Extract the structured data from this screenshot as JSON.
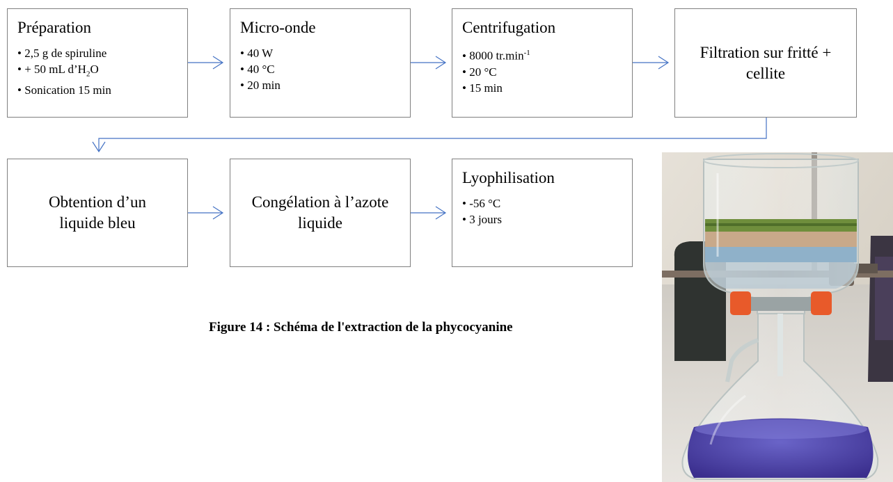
{
  "steps": {
    "preparation": {
      "title": "Préparation",
      "item1": "2,5 g de spiruline",
      "item2_pre": "+ 50 mL d’H",
      "item2_sub": "2",
      "item2_post": "O",
      "item3": "Sonication 15 min"
    },
    "microonde": {
      "title": "Micro-onde",
      "items": [
        "40 W",
        "40 °C",
        "20 min"
      ]
    },
    "centrifugation": {
      "title": "Centrifugation",
      "item1_pre": "8000 tr.min",
      "item1_sup": "-1",
      "item2": "20 °C",
      "item3": "15 min"
    },
    "filtration": {
      "line1": "Filtration sur fritté +",
      "line2": "cellite"
    },
    "obtention": {
      "line1": "Obtention d’un",
      "line2": "liquide bleu"
    },
    "congelation": {
      "line1": "Congélation à l’azote",
      "line2": "liquide"
    },
    "lyophilisation": {
      "title": "Lyophilisation",
      "items": [
        "-56 °C",
        "3 jours"
      ]
    }
  },
  "caption": "Figure 14 : Schéma de l'extraction de la phycocyanine",
  "colors": {
    "arrow": "#4472c4",
    "box_border": "#7f7f7f"
  },
  "photo": {
    "description_icon": "filtration-apparatus-photo"
  }
}
